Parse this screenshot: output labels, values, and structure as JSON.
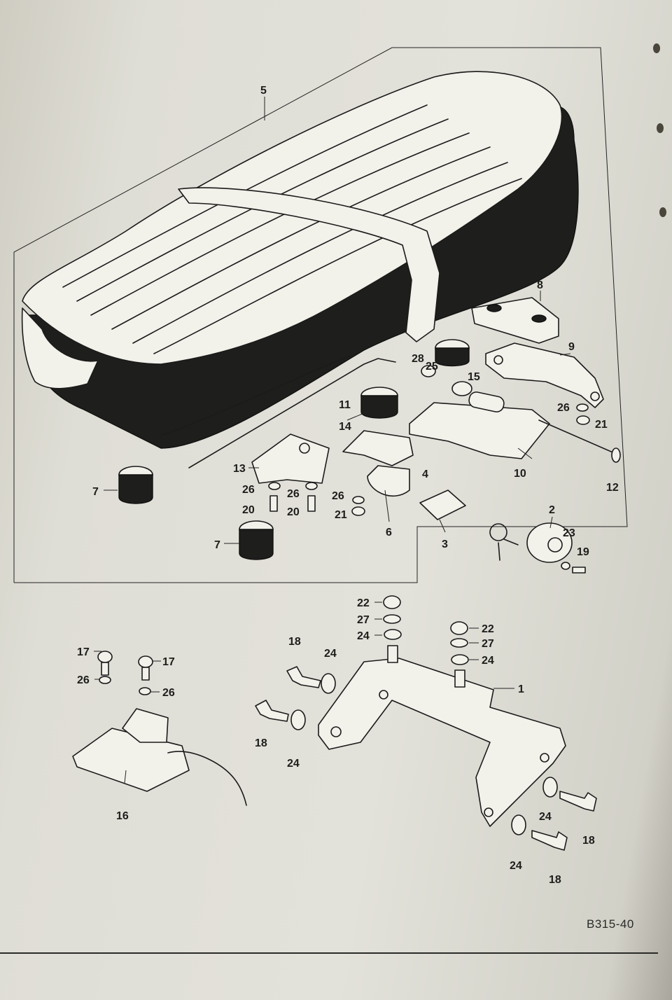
{
  "figure_code": "B315-40",
  "callouts": {
    "c5": "5",
    "c8": "8",
    "c9": "9",
    "c28": "28",
    "c25": "25",
    "c15": "15",
    "c26a": "26",
    "c21a": "21",
    "c11": "11",
    "c14": "14",
    "c12": "12",
    "c10": "10",
    "c13": "13",
    "c4": "4",
    "c7a": "7",
    "c26b": "26",
    "c26c": "26",
    "c20a": "20",
    "c20b": "20",
    "c26d": "26",
    "c21b": "21",
    "c6": "6",
    "c3": "3",
    "c2": "2",
    "c23": "23",
    "c19": "19",
    "c7b": "7",
    "c22a": "22",
    "c27a": "27",
    "c24a": "24",
    "c22b": "22",
    "c27b": "27",
    "c24b": "24",
    "c18a": "18",
    "c24c": "24",
    "c1": "1",
    "c17a": "17",
    "c17b": "17",
    "c26e": "26",
    "c26f": "26",
    "c18b": "18",
    "c24d": "24",
    "c16": "16",
    "c24e": "24",
    "c18c": "18",
    "c24f": "24",
    "c18d": "18"
  }
}
